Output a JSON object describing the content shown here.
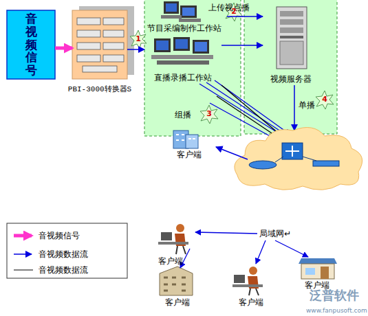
{
  "diagram": {
    "nodes": [
      {
        "text": [
          "音视频信号"
        ]
      },
      {
        "text": [
          "PBI-3000转换器S"
        ]
      },
      {
        "text": [
          "节目采编制作工作站"
        ]
      },
      {
        "text": [
          "直播录播工作站"
        ]
      },
      {
        "text": [
          "视频服务器"
        ]
      },
      {
        "text": [
          "客户端"
        ]
      },
      {
        "text": [
          "客户端"
        ]
      },
      {
        "text": [
          "客户端"
        ]
      },
      {
        "text": [
          "客户端"
        ]
      },
      {
        "text": [
          "客户端"
        ]
      }
    ],
    "edges": [
      {
        "from": 0,
        "to": 1,
        "arrow": "to"
      },
      {
        "from": 1,
        "to": 3,
        "arrow": "to"
      },
      {
        "from": 2,
        "to": 4,
        "arrow": "to"
      },
      {
        "from": 3,
        "to": 4,
        "arrow": "to"
      }
    ],
    "labels": [
      "上传视点播",
      "2",
      "1",
      "组播",
      "3",
      "单播",
      "4",
      "局域网↵",
      "泛普软件",
      "www.fanpusoft.com"
    ],
    "legend": [
      {
        "text": "音视频信号"
      },
      {
        "text": "音视频数据流"
      },
      {
        "text": "音视频数据流"
      }
    ]
  }
}
